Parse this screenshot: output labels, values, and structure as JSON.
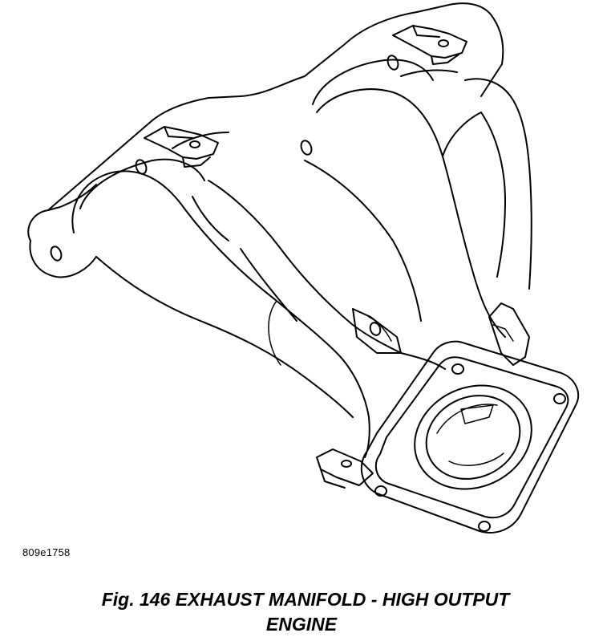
{
  "figure": {
    "reference_code": "809e1758",
    "caption_line1": "Fig. 146 EXHAUST MANIFOLD - HIGH OUTPUT",
    "caption_line2": "ENGINE"
  }
}
